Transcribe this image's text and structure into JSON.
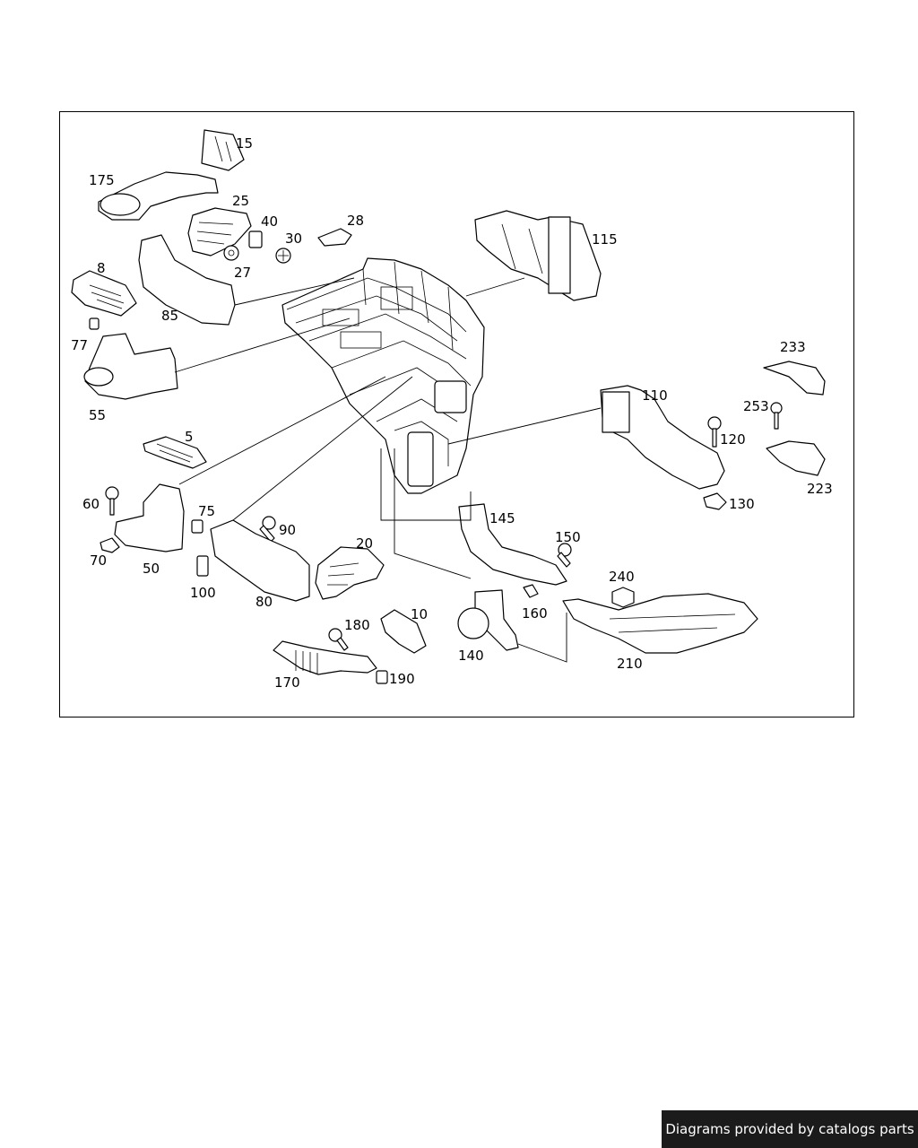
{
  "diagram": {
    "parts": [
      {
        "id": "p15",
        "label": "15"
      },
      {
        "id": "p175",
        "label": "175"
      },
      {
        "id": "p25",
        "label": "25"
      },
      {
        "id": "p40",
        "label": "40"
      },
      {
        "id": "p28",
        "label": "28"
      },
      {
        "id": "p30",
        "label": "30"
      },
      {
        "id": "p27",
        "label": "27"
      },
      {
        "id": "p115",
        "label": "115"
      },
      {
        "id": "p8",
        "label": "8"
      },
      {
        "id": "p85",
        "label": "85"
      },
      {
        "id": "p77",
        "label": "77"
      },
      {
        "id": "p55",
        "label": "55"
      },
      {
        "id": "p233",
        "label": "233"
      },
      {
        "id": "p110",
        "label": "110"
      },
      {
        "id": "p253",
        "label": "253"
      },
      {
        "id": "p120",
        "label": "120"
      },
      {
        "id": "p223",
        "label": "223"
      },
      {
        "id": "p5",
        "label": "5"
      },
      {
        "id": "p130",
        "label": "130"
      },
      {
        "id": "p60",
        "label": "60"
      },
      {
        "id": "p75",
        "label": "75"
      },
      {
        "id": "p90",
        "label": "90"
      },
      {
        "id": "p145",
        "label": "145"
      },
      {
        "id": "p70",
        "label": "70"
      },
      {
        "id": "p50",
        "label": "50"
      },
      {
        "id": "p150",
        "label": "150"
      },
      {
        "id": "p20",
        "label": "20"
      },
      {
        "id": "p100",
        "label": "100"
      },
      {
        "id": "p80",
        "label": "80"
      },
      {
        "id": "p240",
        "label": "240"
      },
      {
        "id": "p160",
        "label": "160"
      },
      {
        "id": "p10",
        "label": "10"
      },
      {
        "id": "p180",
        "label": "180"
      },
      {
        "id": "p140",
        "label": "140"
      },
      {
        "id": "p210",
        "label": "210"
      },
      {
        "id": "p170",
        "label": "170"
      },
      {
        "id": "p190",
        "label": "190"
      }
    ]
  },
  "footer": {
    "text": "Diagrams provided by catalogs parts"
  }
}
